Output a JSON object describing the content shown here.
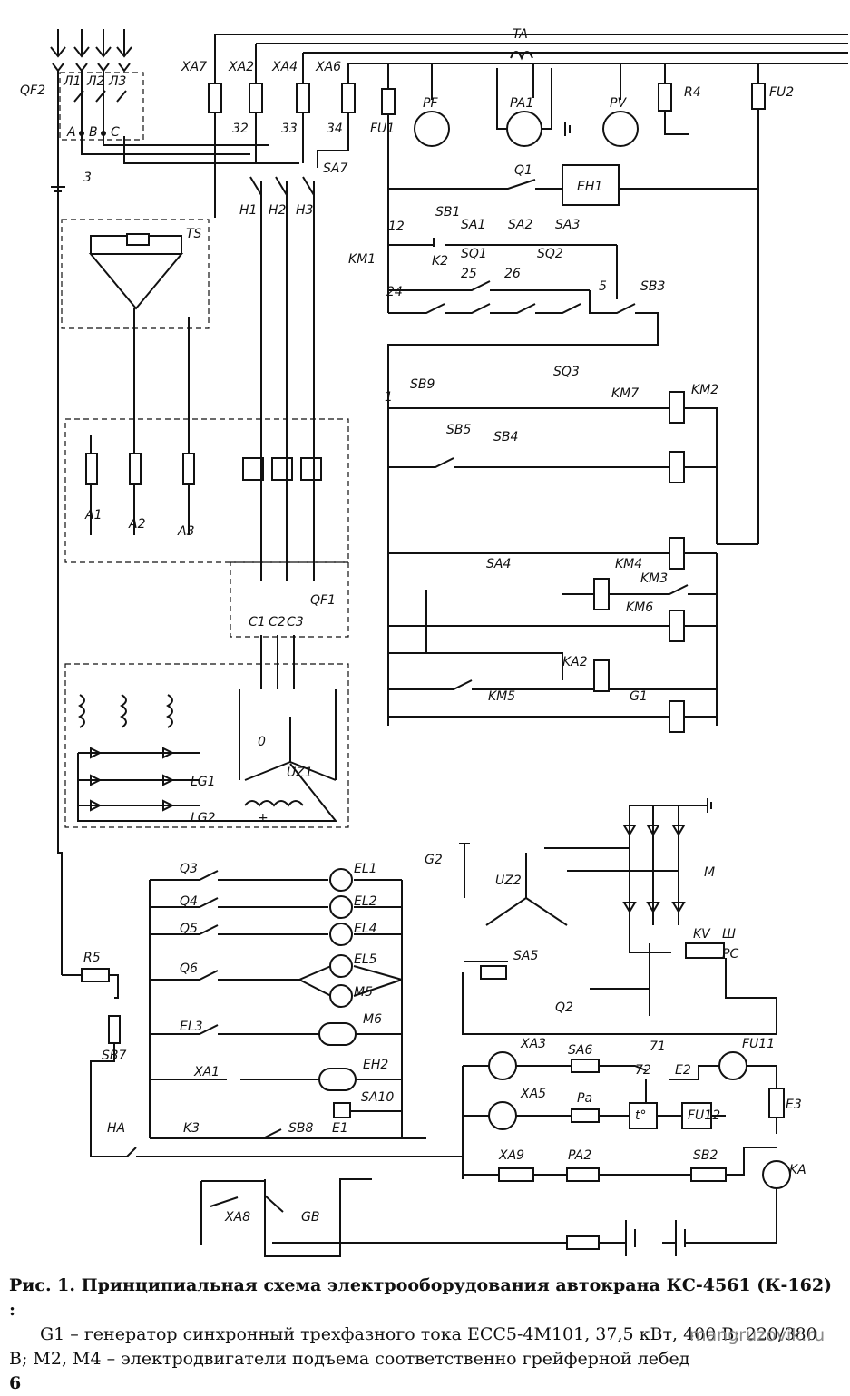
{
  "caption": {
    "figure_title": "Рис. 1. Принципиальная схема электрооборудования автокрана КС-4561 (К-162) :",
    "legend": "G1 – генератор синхронный трехфазного тока ЕСС5-4М101, 37,5 кВт, 400 В; 220/380 В; M2, M4 – электродвигатели подъема соответственно грейферной лебед",
    "page_fragment": "6"
  },
  "watermark": "mangruzovik.ru",
  "diagram": {
    "labels": [
      "QF2",
      "Л1",
      "Л2",
      "Л3",
      "A",
      "B",
      "C",
      "3",
      "XA7",
      "XA2",
      "XA4",
      "XA6",
      "32",
      "33",
      "34",
      "FU1",
      "TA",
      "PF",
      "PA1",
      "PV",
      "R4",
      "FU2",
      "SA7",
      "Q1",
      "EH1",
      "H1",
      "H2",
      "H3",
      "TS",
      "12",
      "SB1",
      "SA1",
      "SA2",
      "SA3",
      "KM1",
      "K2",
      "SQ1",
      "SQ2",
      "25",
      "26",
      "24",
      "5",
      "SB3",
      "1",
      "SB9",
      "SB5",
      "SB4",
      "SQ3",
      "KM7",
      "KM2",
      "A1",
      "A2",
      "A3",
      "C1",
      "C2",
      "C3",
      "QF1",
      "SA4",
      "KM4",
      "KM3",
      "KM6",
      "KA2",
      "KM5",
      "G1",
      "0",
      "UZ1",
      "LG1",
      "+",
      "LG2",
      "G2",
      "UZ2",
      "M",
      "KV",
      "Ш",
      "PC",
      "SA5",
      "Q2",
      "Q3",
      "Q4",
      "Q5",
      "Q6",
      "EL3",
      "EL1",
      "EL2",
      "EL4",
      "EL5",
      "M5",
      "M6",
      "EH2",
      "SA10",
      "XA1",
      "R5",
      "SB7",
      "HA",
      "K3",
      "SB8",
      "E1",
      "XA3",
      "SA6",
      "71",
      "72",
      "E2",
      "FU11",
      "E3",
      "XA5",
      "Pa",
      "t°",
      "FU12",
      "XA9",
      "PA2",
      "SB2",
      "KA",
      "XA8",
      "GB"
    ]
  }
}
